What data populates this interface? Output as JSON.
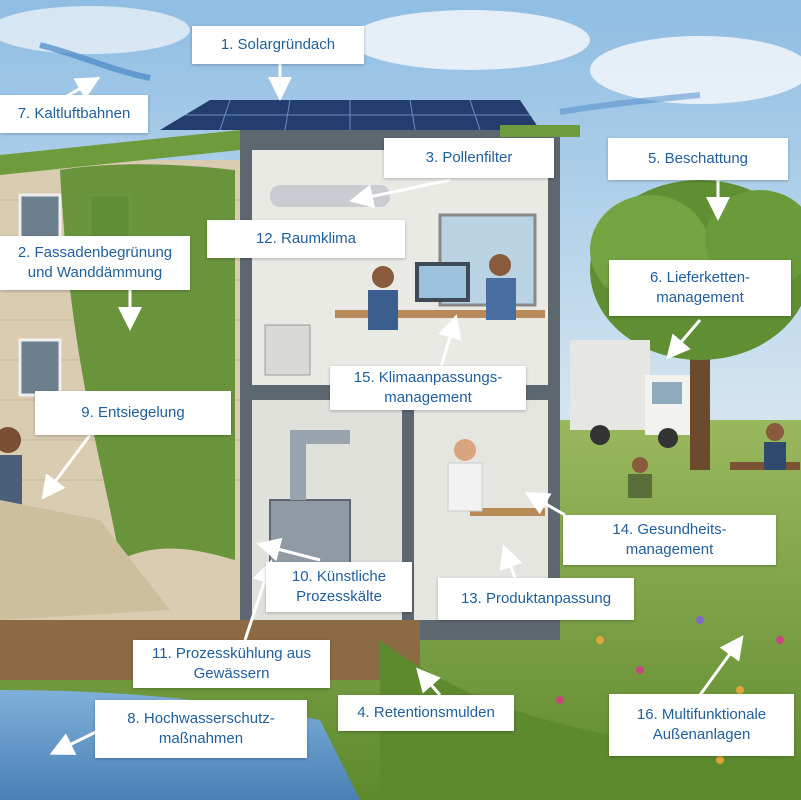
{
  "labels": {
    "solargruendach": "1. Solargründach",
    "kaltluftbahnen": "7. Kaltluftbahnen",
    "pollenfilter": "3. Pollenfilter",
    "beschattung": "5. Beschattung",
    "raumklima": "12. Raumklima",
    "fassade_1": "2. Fassadenbegrünung",
    "fassade_2": "und Wanddämmung",
    "lieferketten_1": "6. Lieferketten-",
    "lieferketten_2": "management",
    "klimaanpassung_1": "15. Klimaanpassungs-",
    "klimaanpassung_2": "management",
    "entsiegelung": "9. Entsiegelung",
    "gesundheit_1": "14. Gesundheits-",
    "gesundheit_2": "management",
    "kaelte_1": "10. Künstliche",
    "kaelte_2": "Prozesskälte",
    "produktanpassung": "13. Produktanpassung",
    "kuehlung_1": "11. Prozesskühlung aus",
    "kuehlung_2": "Gewässern",
    "retention": "4. Retentionsmulden",
    "hochwasser_1": "8. Hochwasserschutz-",
    "hochwasser_2": "maßnahmen",
    "aussen_1": "16. Multifunktionale",
    "aussen_2": "Außenanlagen"
  },
  "colors": {
    "label_text": "#1f5f9c",
    "sky": "#a9cde8",
    "grass": "#6f9a3c",
    "water": "#5d93c4"
  }
}
